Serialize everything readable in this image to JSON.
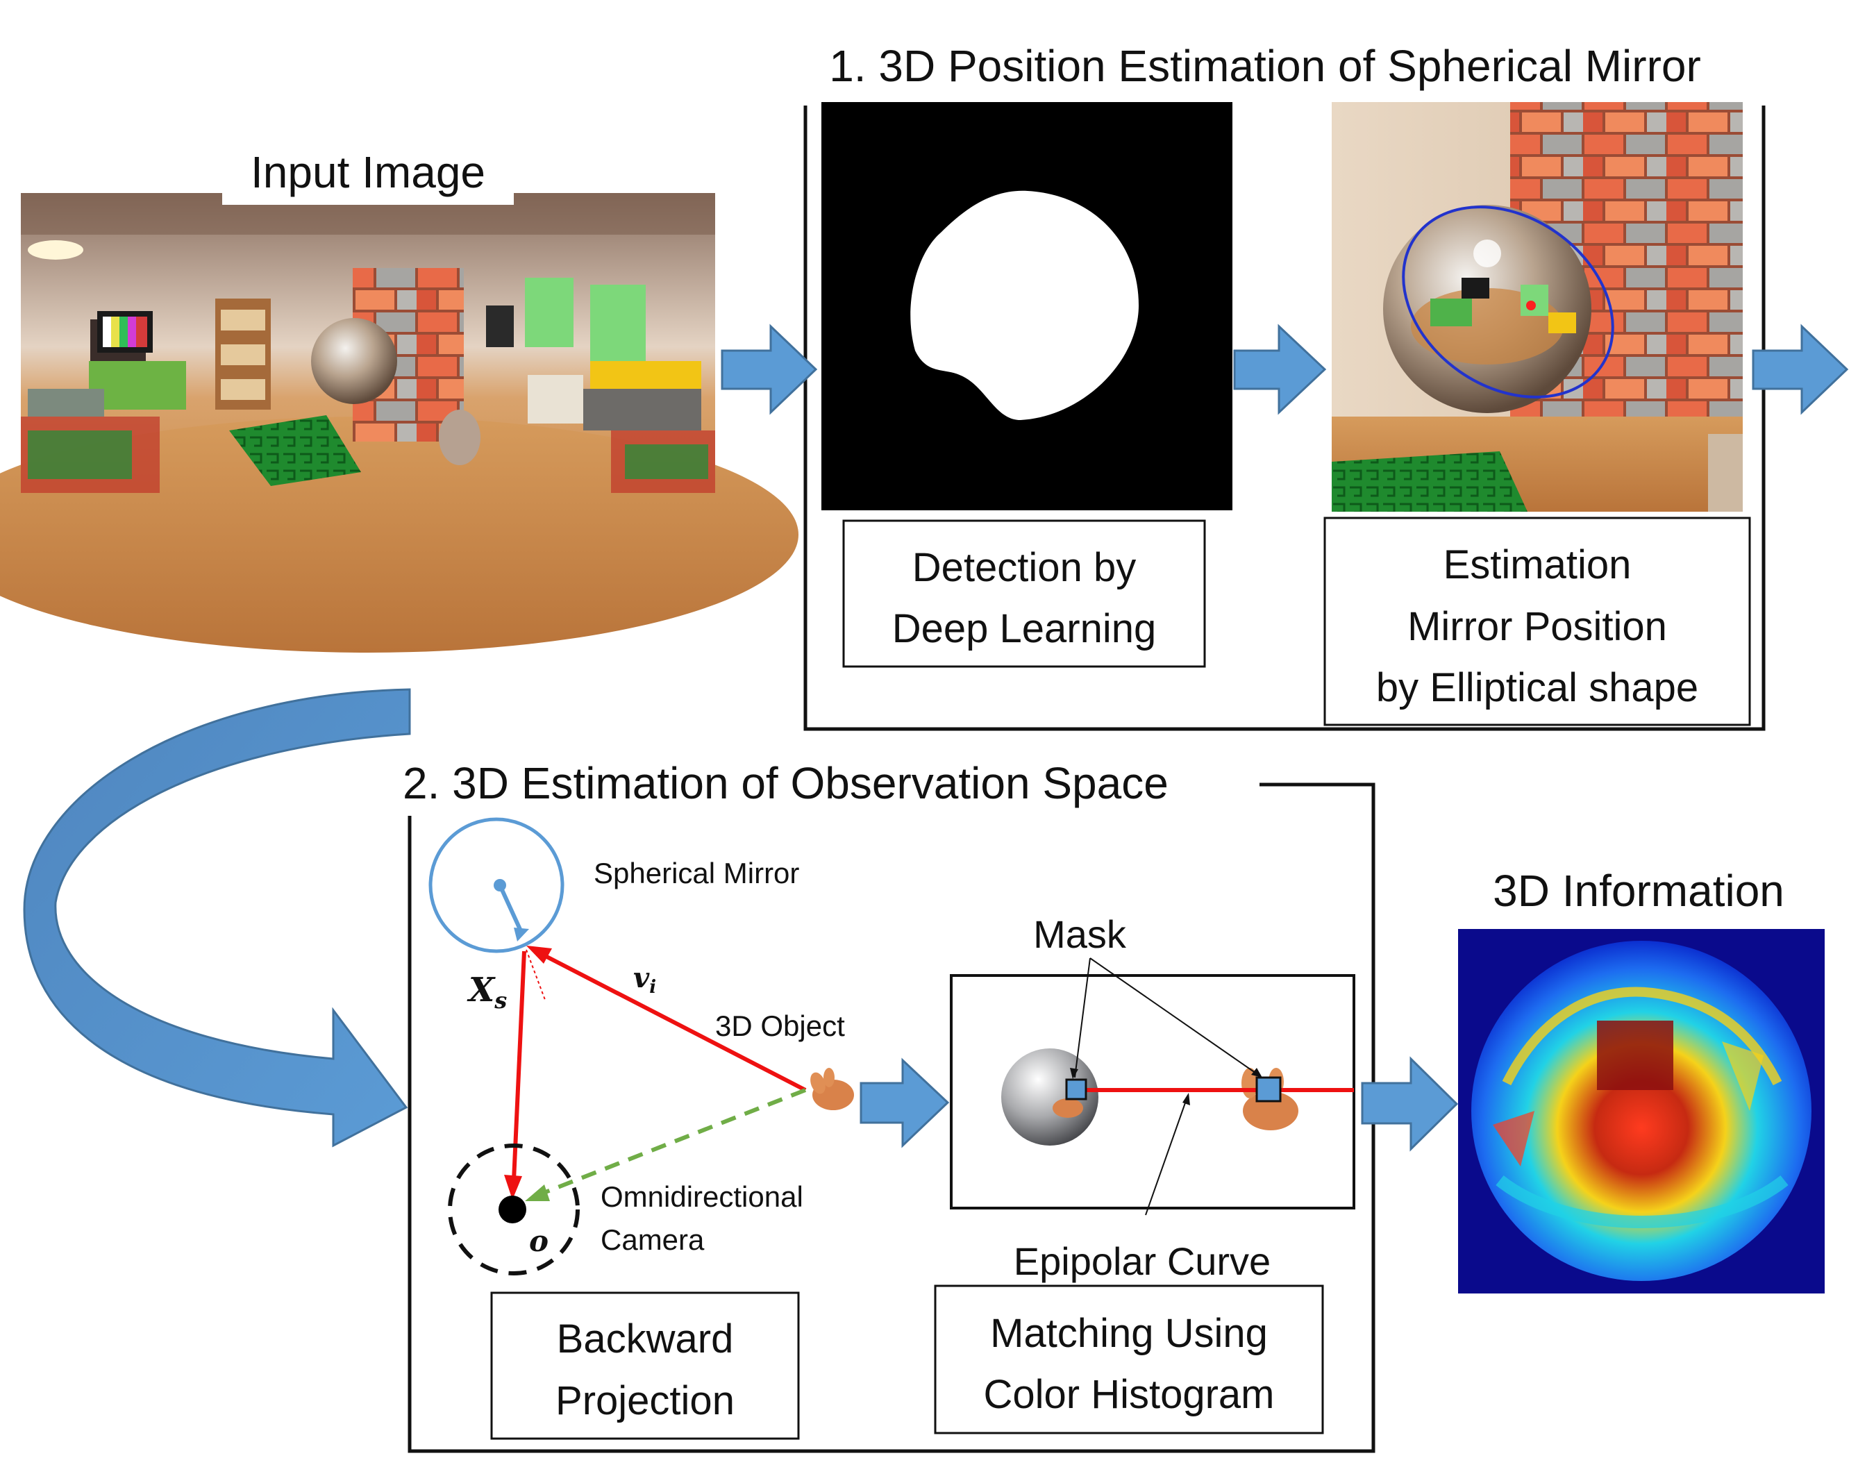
{
  "input_image": {
    "title": "Input Image"
  },
  "stage1": {
    "title": "1. 3D Position Estimation of Spherical Mirror",
    "detection_box": {
      "line1": "Detection by",
      "line2": "Deep Learning"
    },
    "estimation_box": {
      "line1": "Estimation",
      "line2": "Mirror Position",
      "line3": "by Elliptical shape"
    }
  },
  "stage2": {
    "title": "2. 3D Estimation of Observation Space",
    "spherical_mirror_label": "Spherical Mirror",
    "object_label": "3D Object",
    "camera_label": {
      "line1": "Omnidirectional",
      "line2": "Camera"
    },
    "symbol_xs": {
      "base": "X",
      "sub": "s"
    },
    "symbol_vi": {
      "base": "v",
      "sub": "i"
    },
    "symbol_o": "o",
    "mask_label": "Mask",
    "epipolar_label": "Epipolar Curve",
    "backward_box": {
      "line1": "Backward",
      "line2": "Projection"
    },
    "matching_box": {
      "line1": "Matching Using",
      "line2": "Color Histogram"
    }
  },
  "output": {
    "title": "3D Information"
  },
  "colors": {
    "flow_arrow": "#5b9bd5",
    "flow_arrow_edge": "#41719c",
    "ray_red": "#ee1111",
    "ray_green": "#70ad47",
    "mirror_circle": "#5b9bd5",
    "depth_background": "#0a0a8c"
  }
}
